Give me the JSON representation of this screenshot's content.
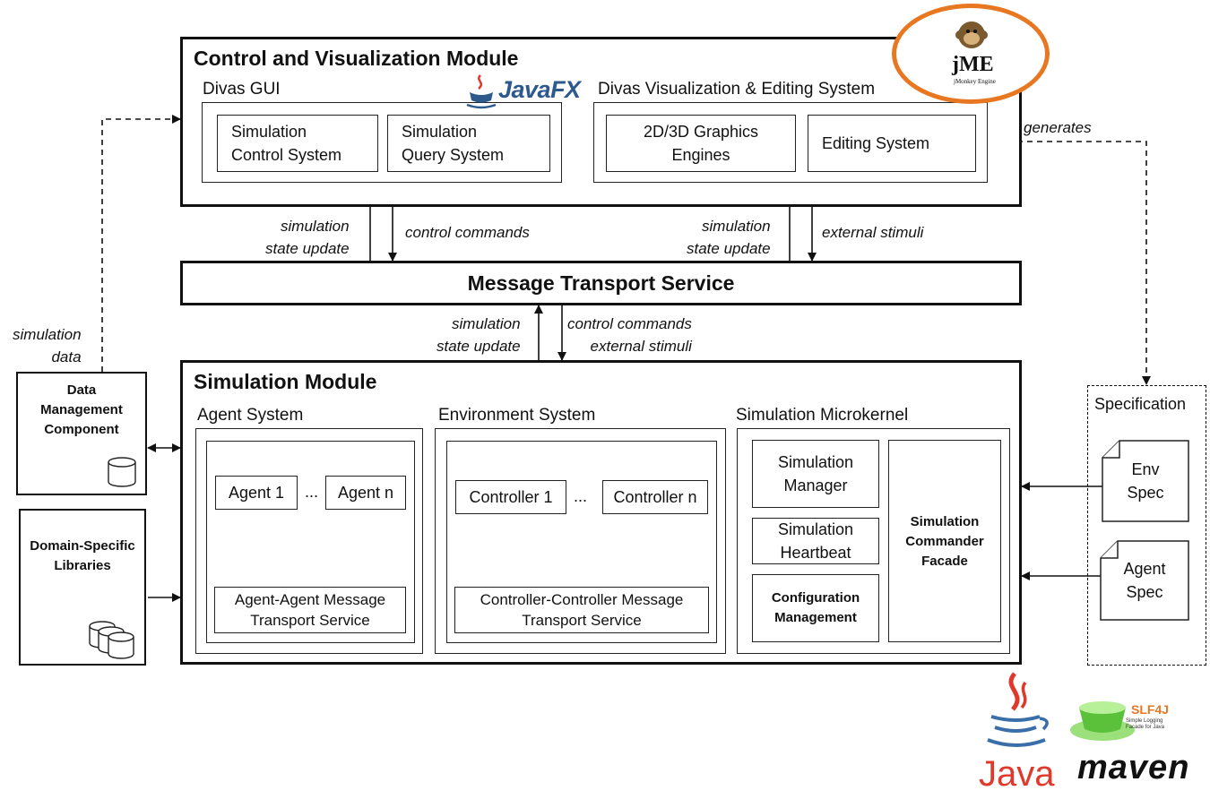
{
  "control_module": {
    "title": "Control and Visualization Module",
    "divas_gui": {
      "label": "Divas GUI",
      "sim_control": "Simulation\nControl System",
      "sim_query": "Simulation\nQuery System"
    },
    "vis_edit": {
      "label": "Divas Visualization & Editing System",
      "graphics": "2D/3D Graphics\nEngines",
      "editing": "Editing System"
    }
  },
  "mts": {
    "title": "Message Transport Service"
  },
  "edge_labels": {
    "sim_state_update": "simulation\nstate update",
    "control_commands": "control commands",
    "external_stimuli": "external stimuli",
    "control_and_stimuli": "control commands\nexternal stimuli",
    "generates": "generates",
    "simulation_data": "simulation\ndata"
  },
  "sim_module": {
    "title": "Simulation Module",
    "agent_system": {
      "label": "Agent System",
      "agent1": "Agent 1",
      "ellipsis": "...",
      "agentn": "Agent n",
      "mts": "Agent-Agent Message\nTransport Service"
    },
    "env_system": {
      "label": "Environment System",
      "ctrl1": "Controller 1",
      "ellipsis": "...",
      "ctrln": "Controller n",
      "mts": "Controller-Controller Message\nTransport Service"
    },
    "microkernel": {
      "label": "Simulation Microkernel",
      "manager": "Simulation\nManager",
      "heartbeat": "Simulation\nHeartbeat",
      "config": "Configuration\nManagement",
      "facade": "Simulation\nCommander\nFacade"
    }
  },
  "data_mgmt": {
    "label": "Data\nManagement\nComponent"
  },
  "domain_libs": {
    "label": "Domain-Specific\nLibraries"
  },
  "specification": {
    "label": "Specification",
    "env": "Env\nSpec",
    "agent": "Agent\nSpec"
  },
  "logos": {
    "javafx": "JavaFX",
    "jme_main": "jME",
    "jme_sub": "jMonkey Engine",
    "java": "Java",
    "slf4j": "SLF4J",
    "slf4j_sub": "Simple Logging\nFacade for Java",
    "maven": "maven"
  },
  "colors": {
    "jme_ring": "#e87722",
    "javafx_blue": "#2d5a8c",
    "java_red": "#e0382a",
    "slf4j_green": "#5cc13a"
  }
}
